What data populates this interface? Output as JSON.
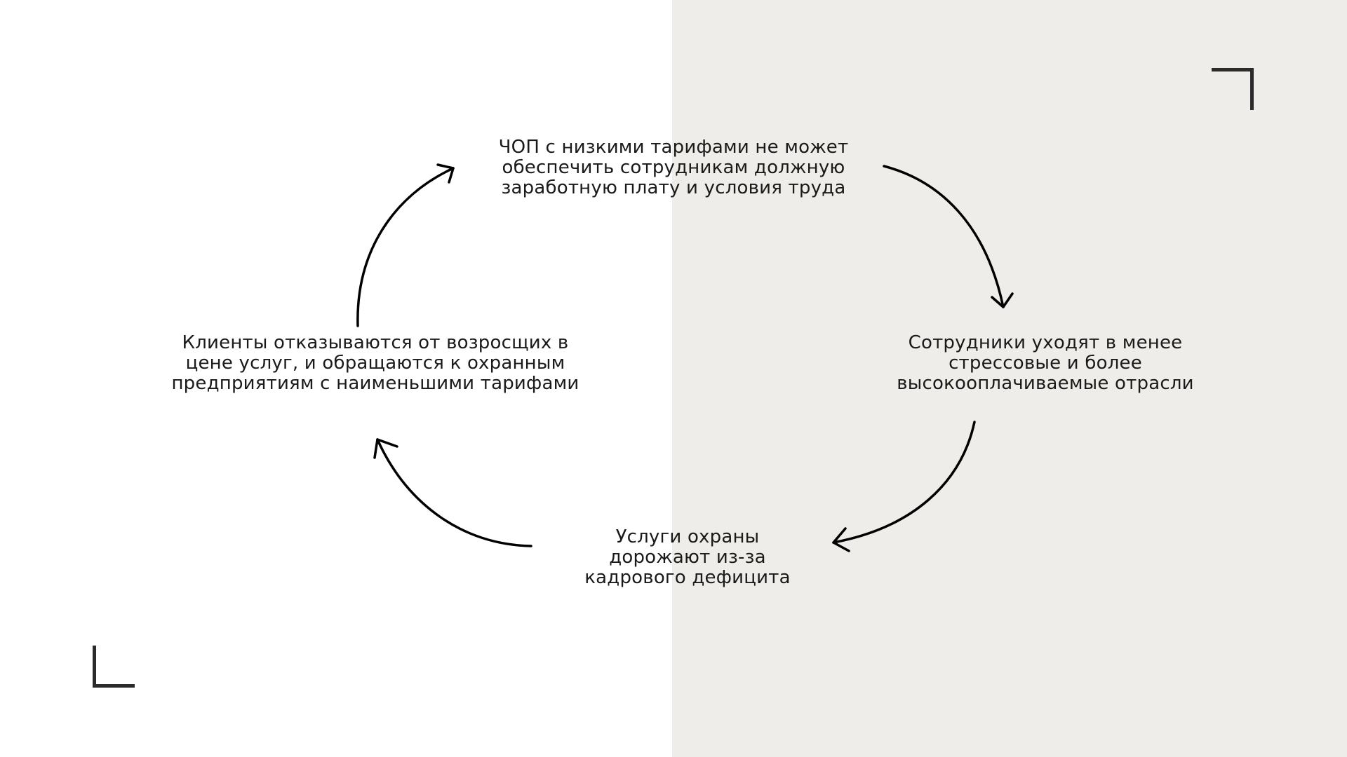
{
  "diagram": {
    "type": "cycle",
    "nodes": [
      {
        "id": "top",
        "text": "ЧОП с низкими тарифами не может\nобеспечить сотрудникам должную\nзаработную плату и условия труда"
      },
      {
        "id": "right",
        "text": "Сотрудники уходят в менее\nстрессовые и более\nвысокооплачиваемые отрасли"
      },
      {
        "id": "bottom",
        "text": "Услуги охраны\nдорожают из-за\nкадрового дефицита"
      },
      {
        "id": "left",
        "text": "Клиенты отказываются от возросщих в\nцене услуг,  и обращаются к охранным\nпредприятиям с наименьшими тарифами"
      }
    ],
    "edges": [
      {
        "from": "top",
        "to": "right"
      },
      {
        "from": "right",
        "to": "bottom"
      },
      {
        "from": "bottom",
        "to": "left"
      },
      {
        "from": "left",
        "to": "top"
      }
    ]
  },
  "colors": {
    "left_background": "#ffffff",
    "right_background": "#eeede9",
    "text": "#1a1a1a",
    "arrows": "#000000",
    "corner_marks": "#2b2b2b"
  }
}
